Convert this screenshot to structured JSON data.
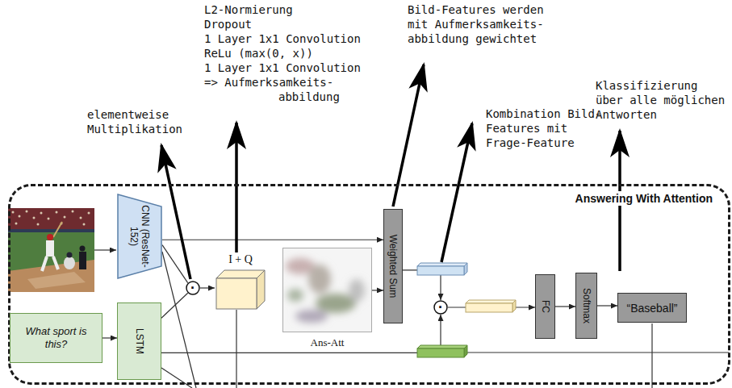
{
  "diagram": {
    "nodes": [
      {
        "text": [
          "Answering With Attention"
        ]
      },
      {
        "text": [
          "CNN (ResNet-152)"
        ],
        "in": 0
      },
      {
        "text": [
          "What sport is this?"
        ],
        "in": 0
      },
      {
        "text": [
          "LSTM"
        ],
        "in": 0
      },
      {
        "text": [
          "·"
        ],
        "in": 0
      },
      {
        "text": [
          "I + Q"
        ],
        "in": 0
      },
      {
        "text": [
          "Ans-Att"
        ],
        "in": 0
      },
      {
        "text": [
          "Weighted Sum"
        ],
        "in": 0
      },
      {
        "text": [
          "·"
        ],
        "in": 0
      },
      {
        "text": [
          "FC"
        ],
        "in": 0
      },
      {
        "text": [
          "Softmax"
        ],
        "in": 0
      },
      {
        "text": [
          "“Baseball”"
        ],
        "in": 0
      }
    ],
    "edges": [
      {
        "from": 2,
        "to": 3,
        "arrow": "to"
      },
      {
        "from": 1,
        "to": 4,
        "arrow": "none"
      },
      {
        "from": 3,
        "to": 4,
        "arrow": "none"
      },
      {
        "from": 4,
        "to": 5,
        "arrow": "to"
      },
      {
        "from": 1,
        "to": 7,
        "arrow": "to"
      },
      {
        "from": 6,
        "to": 7,
        "arrow": "to"
      },
      {
        "from": 7,
        "to": 8,
        "arrow": "to"
      },
      {
        "from": 3,
        "to": 8,
        "arrow": "to"
      },
      {
        "from": 8,
        "to": 9,
        "arrow": "to"
      },
      {
        "from": 9,
        "to": 10,
        "arrow": "to"
      },
      {
        "from": 10,
        "to": 11,
        "arrow": "to"
      }
    ],
    "labels": [
      "elementweise Multiplikation",
      "L2-Normierung",
      "Dropout",
      "1 Layer 1x1 Convolution",
      "ReLu (max(0, x))",
      "1 Layer 1x1 Convolution",
      "=> Aufmerksamkeits- abbildung",
      "Bild-Features werden mit Aufmerksamkeits- abbildung gewichtet",
      "Kombination Bild-Features mit Frage-Feature",
      "Klassifizierung über alle möglichen Antworten"
    ]
  }
}
